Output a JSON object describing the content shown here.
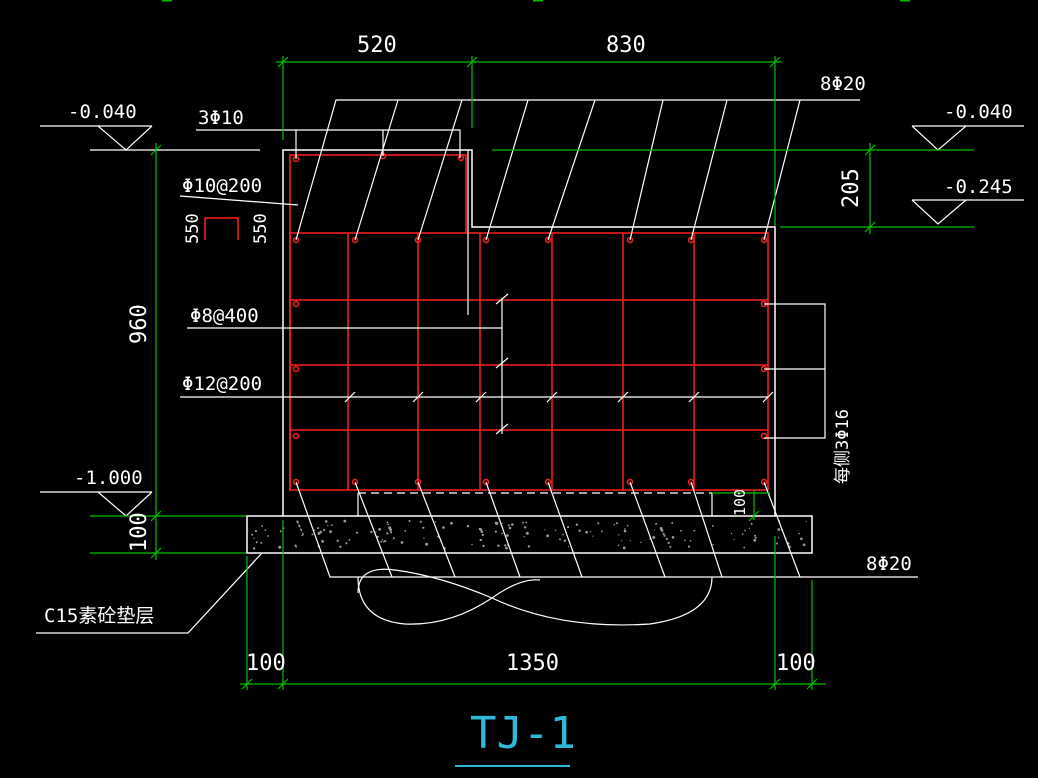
{
  "drawing": {
    "title": "TJ-1",
    "colors": {
      "background": "#000000",
      "rebar": "#ff2020",
      "dimension": "#00c000",
      "leader": "#ffffff",
      "title": "#2fb8d8"
    },
    "dimensions": {
      "top_left": "520",
      "top_right": "830",
      "height": "960",
      "step": "205",
      "pad": "100",
      "bottom_left": "100",
      "bottom_mid": "1350",
      "bottom_right": "100",
      "small": "100"
    },
    "elevations": {
      "left_top": "-0.040",
      "right_top": "-0.040",
      "right_step": "-0.245",
      "left_bottom": "-1.000"
    },
    "labels": {
      "top_bars": "3Φ10",
      "top_rebar": "8Φ20",
      "stirrup": "Φ10@200",
      "hook_left": "550",
      "hook_right": "550",
      "tie": "Φ8@400",
      "horizontal": "Φ12@200",
      "side_bars": "每侧3Φ16",
      "bottom_rebar": "8Φ20",
      "bedding": "C15素砼垫层"
    }
  }
}
